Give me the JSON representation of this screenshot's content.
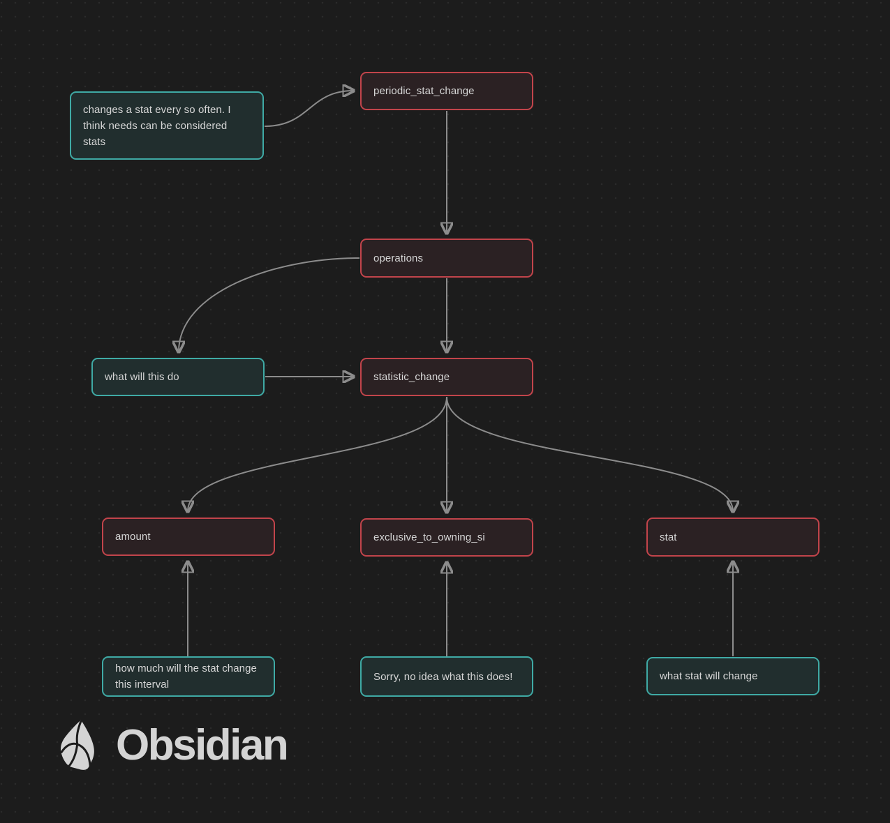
{
  "canvas": {
    "background_color": "#1c1c1c",
    "accent_red": "#c2444b",
    "accent_teal": "#3faaa5",
    "arrow_color": "#8c8c8c",
    "text_color": "#d6d6d6"
  },
  "nodes": {
    "note_changes_stat": {
      "text": "changes a stat every so often. I think needs can be considered stats",
      "color": "teal"
    },
    "periodic_stat_change": {
      "label": "periodic_stat_change",
      "color": "red"
    },
    "operations": {
      "label": "operations",
      "color": "red"
    },
    "note_what_will_this_do": {
      "text": "what will this do",
      "color": "teal"
    },
    "statistic_change": {
      "label": "statistic_change",
      "color": "red"
    },
    "amount": {
      "label": "amount",
      "color": "red"
    },
    "exclusive_to_owning_si": {
      "label": "exclusive_to_owning_si",
      "color": "red"
    },
    "stat": {
      "label": "stat",
      "color": "red"
    },
    "note_how_much": {
      "text": "how much will the stat change this interval",
      "color": "teal"
    },
    "note_sorry": {
      "text": "Sorry, no idea what this does!",
      "color": "teal"
    },
    "note_what_stat": {
      "text": "what stat will change",
      "color": "teal"
    }
  },
  "edges": [
    {
      "from": "note_changes_stat",
      "to": "periodic_stat_change"
    },
    {
      "from": "periodic_stat_change",
      "to": "operations"
    },
    {
      "from": "operations",
      "to": "note_what_will_this_do"
    },
    {
      "from": "operations",
      "to": "statistic_change"
    },
    {
      "from": "note_what_will_this_do",
      "to": "statistic_change"
    },
    {
      "from": "statistic_change",
      "to": "amount"
    },
    {
      "from": "statistic_change",
      "to": "exclusive_to_owning_si"
    },
    {
      "from": "statistic_change",
      "to": "stat"
    },
    {
      "from": "note_how_much",
      "to": "amount"
    },
    {
      "from": "note_sorry",
      "to": "exclusive_to_owning_si"
    },
    {
      "from": "note_what_stat",
      "to": "stat"
    }
  ],
  "branding": {
    "wordmark": "Obsidian"
  }
}
